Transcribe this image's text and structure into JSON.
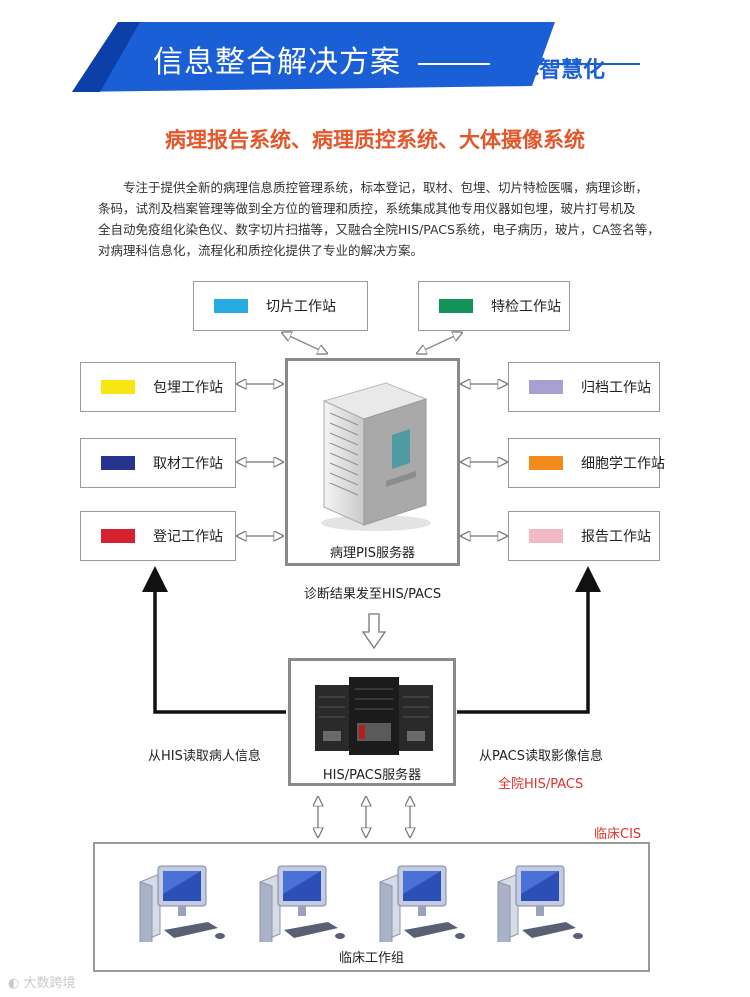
{
  "header": {
    "title": "信息整合解决方案",
    "subtitle": "整体智慧化",
    "colors": {
      "banner": "#1a5fd6",
      "banner_dark": "#0c3fa8"
    }
  },
  "heading": "病理报告系统、病理质控系统、大体摄像系统",
  "intro_lines": [
    "专注于提供全新的病理信息质控管理系统，标本登记，取材、包埋、切片特检医嘱，病理诊断，",
    "条码，试剂及档案管理等做到全方位的管理和质控，系统集成其他专用仪器如包埋，玻片打号机及",
    "全自动免疫组化染色仪、数字切片扫描等，又融合全院HIS/PACS系统，电子病历，玻片，CA签名等，",
    "对病理科信息化，流程化和质控化提供了专业的解决方案。"
  ],
  "stations": {
    "top_left": {
      "label": "切片工作站",
      "color": "#27a9e1"
    },
    "top_right": {
      "label": "特检工作站",
      "color": "#13935a"
    },
    "left": [
      {
        "label": "包埋工作站",
        "color": "#f5e614"
      },
      {
        "label": "取材工作站",
        "color": "#26338f"
      },
      {
        "label": "登记工作站",
        "color": "#d72230"
      }
    ],
    "right": [
      {
        "label": "归档工作站",
        "color": "#a99fd0"
      },
      {
        "label": "细胞学工作站",
        "color": "#f28a1c"
      },
      {
        "label": "报告工作站",
        "color": "#f2b9c4"
      }
    ]
  },
  "pis_server": {
    "label": "病理PIS服务器",
    "icon": "tower-server-icon"
  },
  "send_label": "诊断结果发至HIS/PACS",
  "his_server": {
    "label": "HIS/PACS服务器",
    "icon": "rack-server-icon"
  },
  "left_flow_label": "从HIS读取病人信息",
  "right_flow_label": "从PACS读取影像信息",
  "hospital_label": "全院HIS/PACS",
  "cis_label": "临床CIS",
  "clinical_group": {
    "label": "临床工作组",
    "icon": "desktop-computer-icon"
  },
  "watermark": "大数跨境"
}
